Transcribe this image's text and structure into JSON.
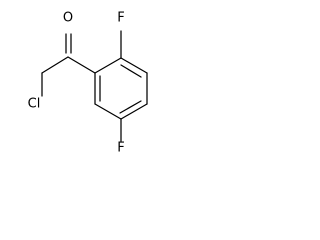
{
  "molecule": {
    "atoms": {
      "oxygen": "O",
      "chlorine": "Cl",
      "fluorine_top": "F",
      "fluorine_bottom": "F"
    }
  }
}
